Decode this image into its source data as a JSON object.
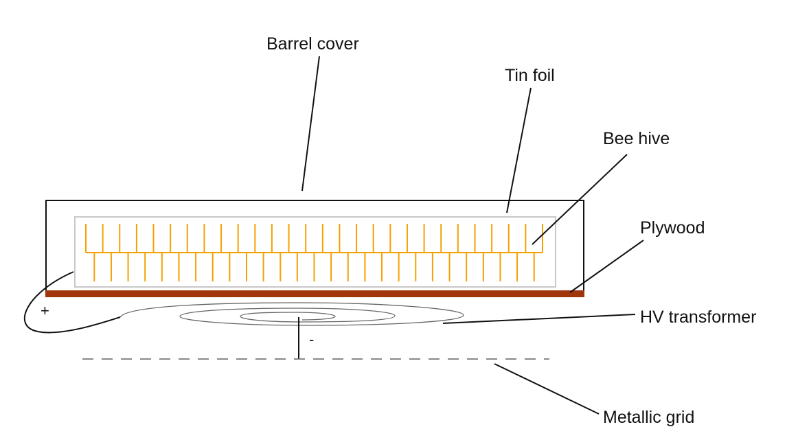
{
  "labels": {
    "barrel_cover": "Barrel cover",
    "tin_foil": "Tin foil",
    "bee_hive": "Bee hive",
    "plywood": "Plywood",
    "hv_transformer": "HV transformer",
    "metallic_grid": "Metallic grid"
  },
  "signs": {
    "positive": "+",
    "negative": "-"
  },
  "colors": {
    "barrel_cover": "#111111",
    "tin_foil": "#c8c8c8",
    "comb": "#f5a100",
    "plywood": "#a0360a",
    "transformer_coil": "#666666",
    "grid": "#777777",
    "leader": "#111111"
  },
  "comb": {
    "top_teeth": 28,
    "bottom_teeth": 27
  }
}
